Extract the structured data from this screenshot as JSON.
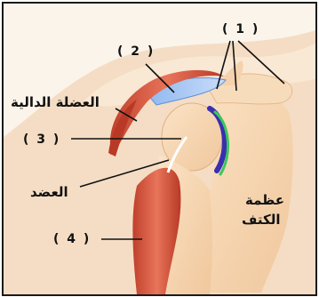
{
  "labels": {
    "n1": "( 1 )",
    "n2": "( 2 )",
    "n3": "( 3 )",
    "n4": "( 4 )",
    "deltoid": "العضلة الدالية",
    "humerus": "العضد",
    "scapula_line1": "عظمة",
    "scapula_line2": "الكتف"
  }
}
